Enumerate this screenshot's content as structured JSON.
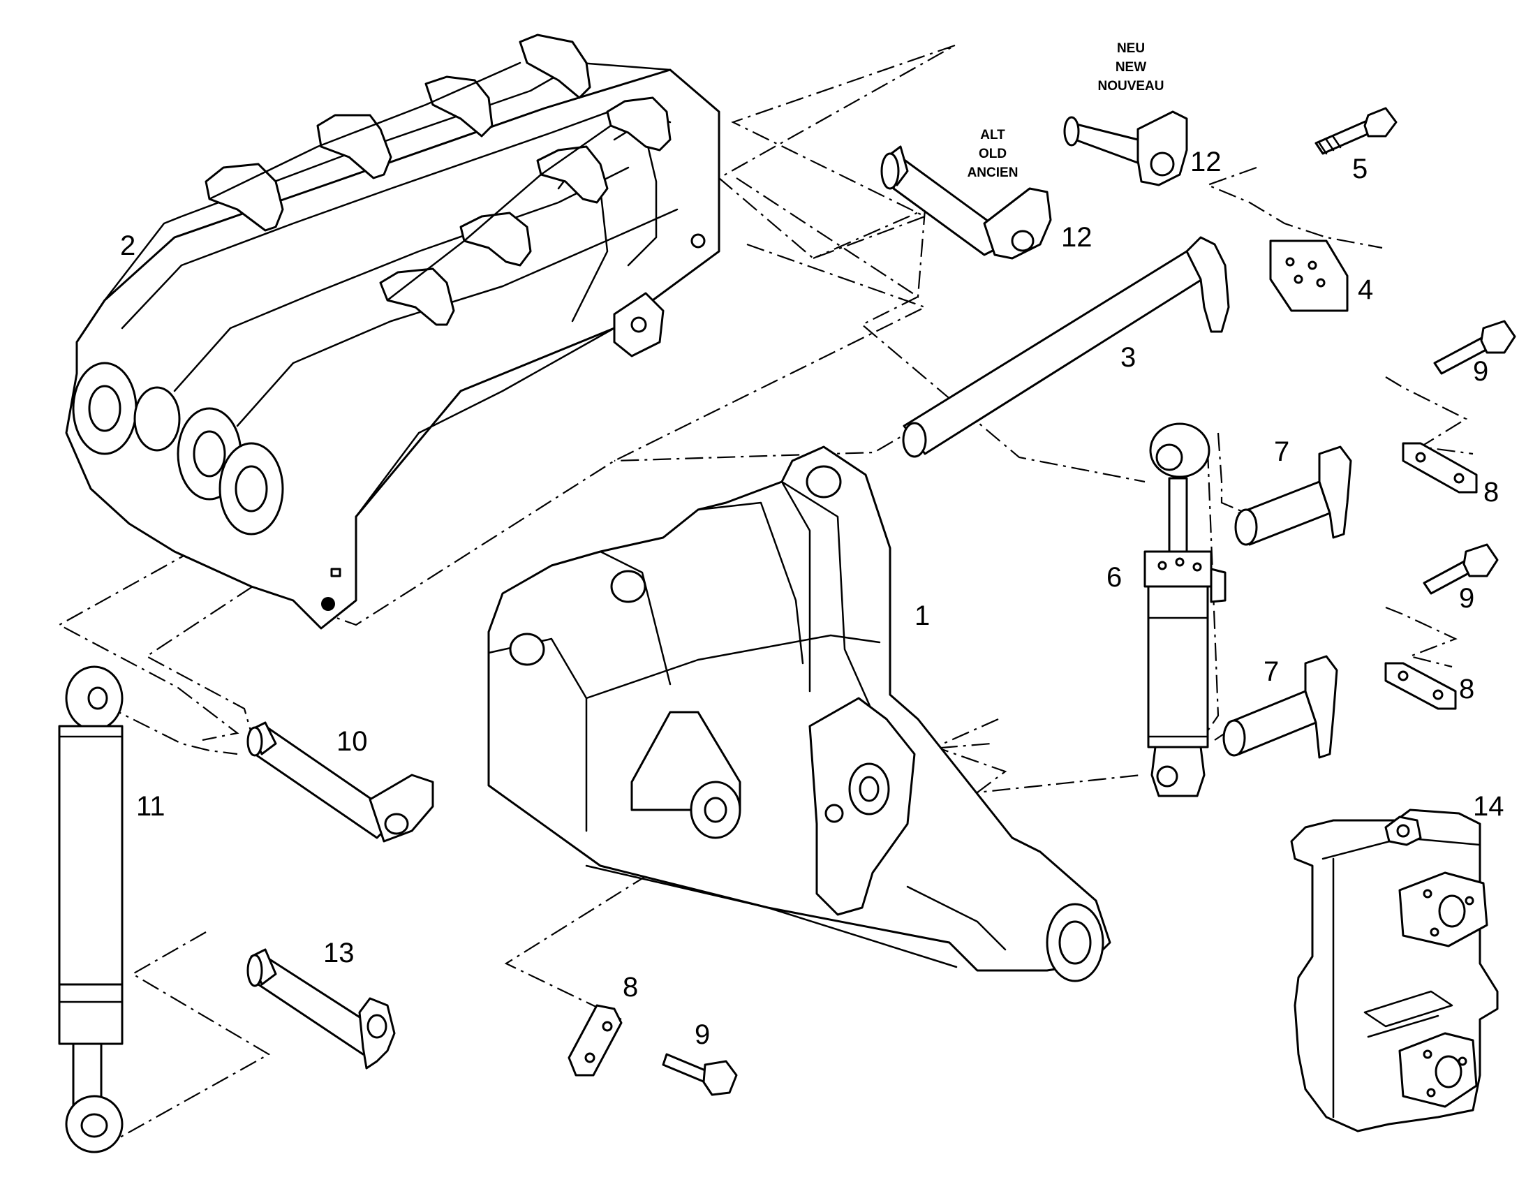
{
  "diagram": {
    "callouts": [
      {
        "id": "c1",
        "label": "1"
      },
      {
        "id": "c2",
        "label": "2"
      },
      {
        "id": "c3",
        "label": "3"
      },
      {
        "id": "c4",
        "label": "4"
      },
      {
        "id": "c5",
        "label": "5"
      },
      {
        "id": "c6",
        "label": "6"
      },
      {
        "id": "c7a",
        "label": "7"
      },
      {
        "id": "c7b",
        "label": "7"
      },
      {
        "id": "c8a",
        "label": "8"
      },
      {
        "id": "c8b",
        "label": "8"
      },
      {
        "id": "c8c",
        "label": "8"
      },
      {
        "id": "c9a",
        "label": "9"
      },
      {
        "id": "c9b",
        "label": "9"
      },
      {
        "id": "c9c",
        "label": "9"
      },
      {
        "id": "c10",
        "label": "10"
      },
      {
        "id": "c11",
        "label": "11"
      },
      {
        "id": "c12a",
        "label": "12"
      },
      {
        "id": "c12b",
        "label": "12"
      },
      {
        "id": "c13",
        "label": "13"
      },
      {
        "id": "c14",
        "label": "14"
      }
    ],
    "variant_old": [
      "ALT",
      "OLD",
      "ANCIEN"
    ],
    "variant_new": [
      "NEU",
      "NEW",
      "NOUVEAU"
    ]
  }
}
